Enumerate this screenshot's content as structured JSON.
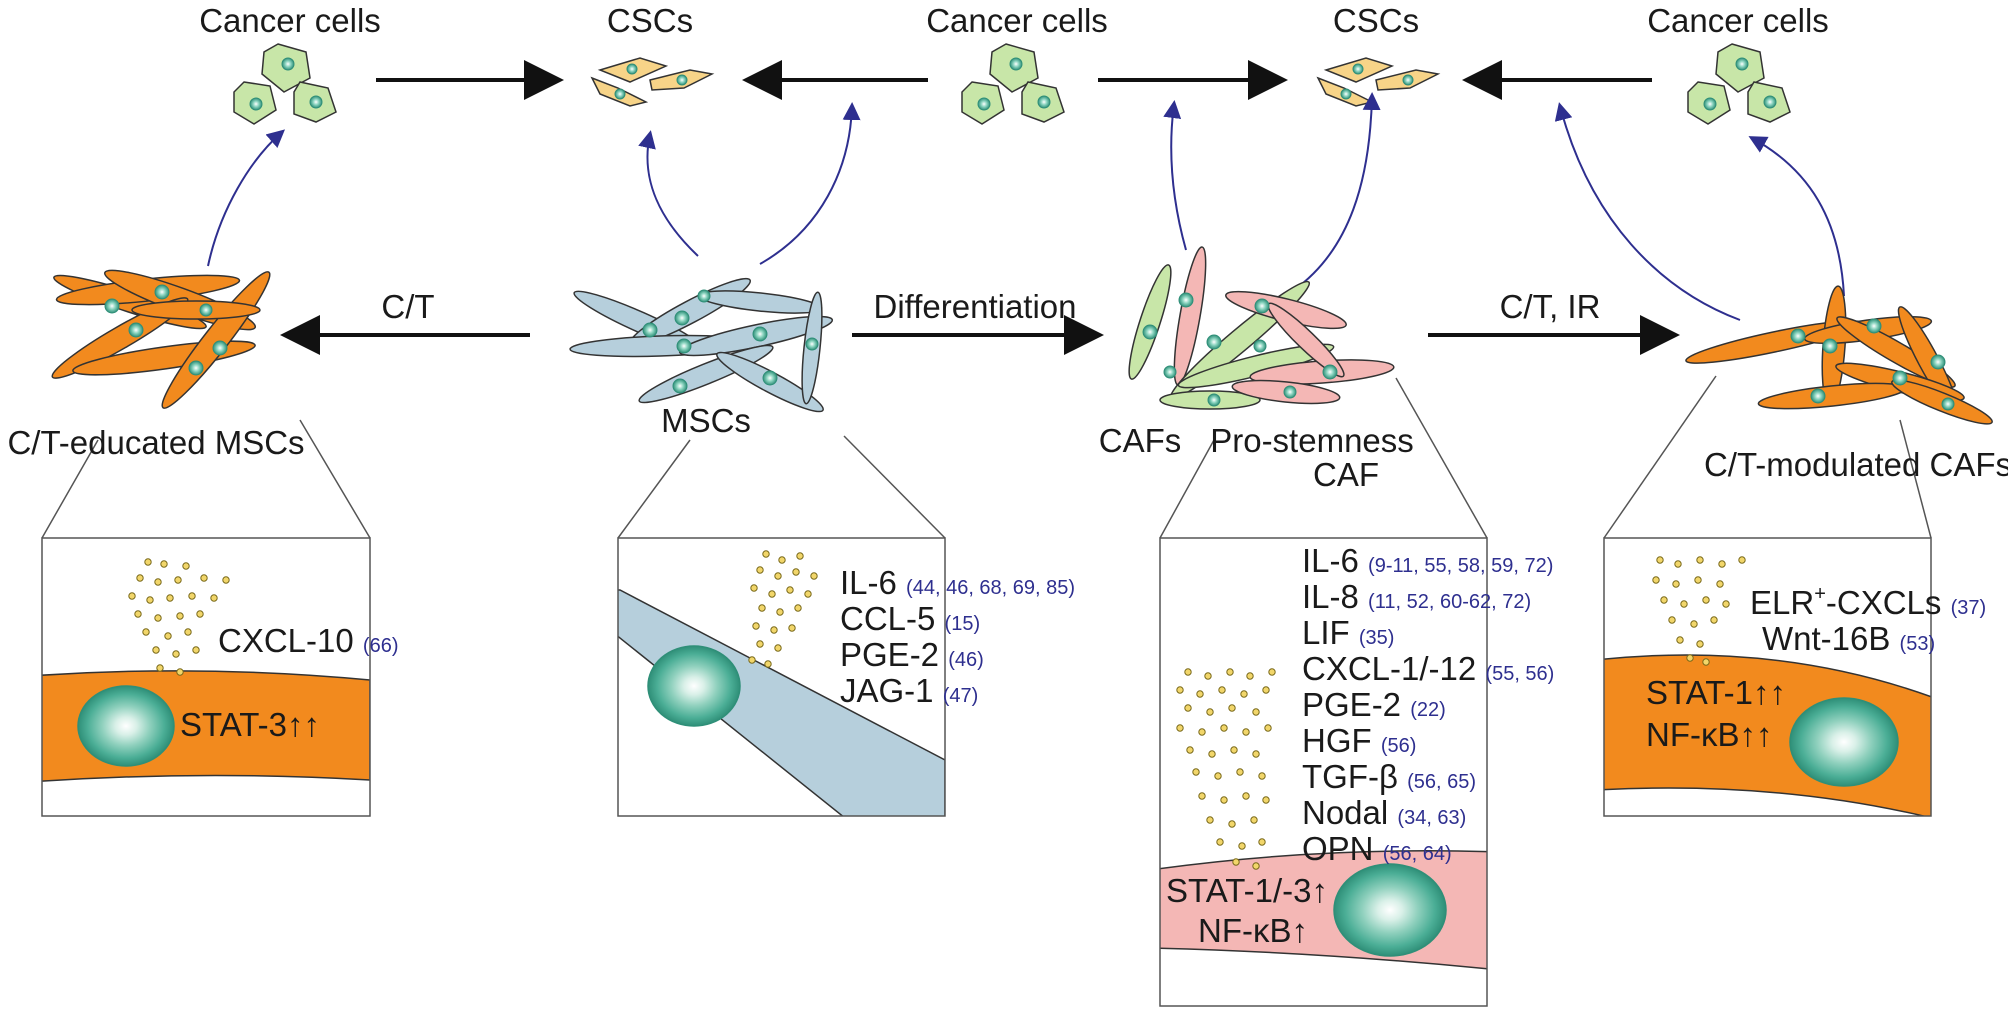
{
  "top_row": {
    "cancer_cells_1": "Cancer cells",
    "cscs_1": "CSCs",
    "cancer_cells_2": "Cancer cells",
    "cscs_2": "CSCs",
    "cancer_cells_3": "Cancer cells"
  },
  "middle_row": {
    "arrow_ct": "C/T",
    "arrow_differentiation": "Differentiation",
    "arrow_ct_ir": "C/T, IR",
    "ct_educated_mscs": "C/T-educated MSCs",
    "mscs": "MSCs",
    "cafs": "CAFs",
    "pro_stemness_line1": "Pro-stemness",
    "pro_stemness_line2": "CAF",
    "ct_modulated_cafs": "C/T-modulated CAFs"
  },
  "panel_educated_mscs": {
    "factors": [
      {
        "name": "CXCL-10",
        "refs": "(66)"
      }
    ],
    "signal": "STAT-3↑↑"
  },
  "panel_mscs": {
    "factors": [
      {
        "name": "IL-6",
        "refs": "(44, 46, 68, 69, 85)"
      },
      {
        "name": "CCL-5",
        "refs": "(15)"
      },
      {
        "name": "PGE-2",
        "refs": "(46)"
      },
      {
        "name": "JAG-1",
        "refs": "(47)"
      }
    ]
  },
  "panel_pro_stemness_caf": {
    "factors": [
      {
        "name": "IL-6",
        "refs": "(9-11, 55, 58, 59, 72)"
      },
      {
        "name": "IL-8",
        "refs": "(11, 52, 60-62, 72)"
      },
      {
        "name": "LIF",
        "refs": "(35)"
      },
      {
        "name": "CXCL-1/-12",
        "refs": "(55, 56)"
      },
      {
        "name": "PGE-2",
        "refs": "(22)"
      },
      {
        "name": "HGF",
        "refs": "(56)"
      },
      {
        "name": "TGF-β",
        "refs": "(56, 65)"
      },
      {
        "name": "Nodal",
        "refs": "(34, 63)"
      },
      {
        "name": "OPN",
        "refs": "(56, 64)"
      }
    ],
    "signal_1": "STAT-1/-3↑",
    "signal_2": "NF-κB↑"
  },
  "panel_modulated_cafs": {
    "factor_1_base": "ELR",
    "factor_1_sup": "+",
    "factor_1_rest": "-CXCLs",
    "factor_1_refs": "(37)",
    "factor_2_name": "Wnt-16B",
    "factor_2_refs": "(53)",
    "signal_1": "STAT-1↑↑",
    "signal_2": "NF-κB↑↑"
  },
  "colors": {
    "cancer_cell": "#c8e6a8",
    "csc": "#f7d488",
    "msc": "#b6cfdc",
    "educated": "#f28a1e",
    "caf_green": "#c8e6a8",
    "caf_pink": "#f4b7b5",
    "nucleus": "#3aa58f",
    "secretion_dot": "#f2d66a",
    "arrow_thin": "#2e2f8f",
    "arrow_thick": "#111111"
  }
}
